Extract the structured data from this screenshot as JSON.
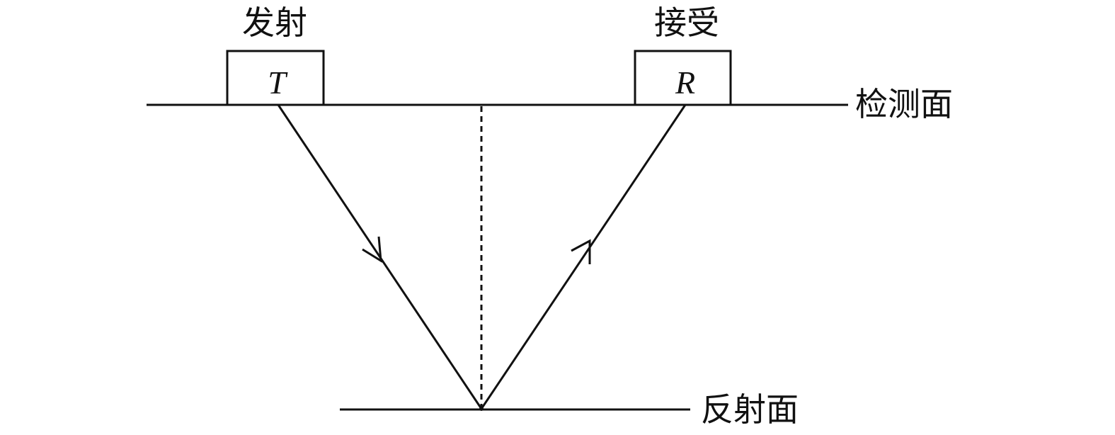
{
  "labels": {
    "transmitter_title": "发射",
    "receiver_title": "接受",
    "transmitter_symbol": "T",
    "receiver_symbol": "R",
    "detection_surface": "检测面",
    "reflection_surface": "反射面"
  },
  "colors": {
    "stroke": "#111111",
    "background": "#ffffff"
  }
}
